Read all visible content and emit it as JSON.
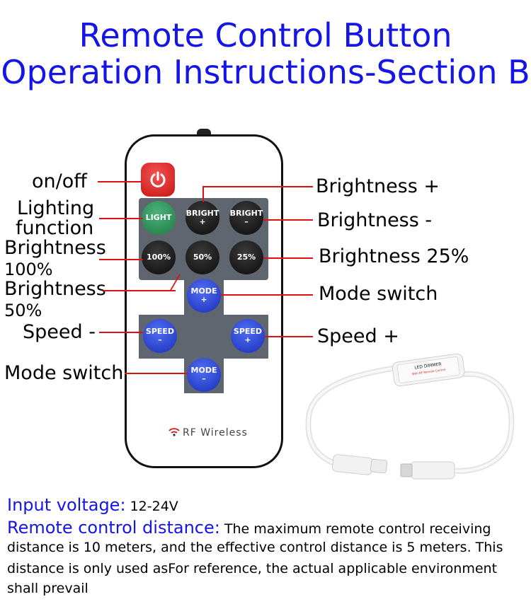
{
  "title": {
    "line1": "Remote Control Button",
    "line2": "Operation Instructions-Section B"
  },
  "remote": {
    "buttons": {
      "light": "LIGHT",
      "bright_plus_top": "BRIGHT",
      "bright_plus_bottom": "+",
      "bright_minus_top": "BRIGHT",
      "bright_minus_bottom": "–",
      "b100": "100%",
      "b50": "50%",
      "b25": "25%",
      "mode_plus_top": "MODE",
      "mode_plus_bottom": "+",
      "speed_minus_top": "SPEED",
      "speed_minus_bottom": "–",
      "speed_plus_top": "SPEED",
      "speed_plus_bottom": "+",
      "mode_minus_top": "MODE",
      "mode_minus_bottom": "–"
    },
    "footer": "RF Wireless"
  },
  "labels_left": {
    "onoff": "on/off",
    "lighting_1": "Lighting",
    "lighting_2": "function",
    "b100_1": "Brightness",
    "b100_2": "100%",
    "b50_1": "Brightness",
    "b50_2": "50%",
    "speed_minus": "Speed -",
    "mode_switch": "Mode switch"
  },
  "labels_right": {
    "brightness_plus": "Brightness +",
    "brightness_minus": "Brightness -",
    "brightness_25": "Brightness 25%",
    "mode_switch": "Mode switch",
    "speed_plus": "Speed +"
  },
  "dimmer": {
    "text1": "LED DIMMER",
    "text2": "With RF Remote Control"
  },
  "specs": {
    "voltage_key": "Input voltage:",
    "voltage_val": " 12-24V",
    "distance_key": "Remote control distance:",
    "distance_val1": " The maximum remote control receiving",
    "distance_val2": " distance is 10 meters, and the effective control distance is 5 meters. This",
    "distance_val3": "distance is only used asFor reference, the actual applicable environment",
    "distance_val4": "shall prevail"
  },
  "colors": {
    "title": "#1515e6",
    "leader_line": "#dd1111",
    "button_pad": "#5f6670"
  }
}
